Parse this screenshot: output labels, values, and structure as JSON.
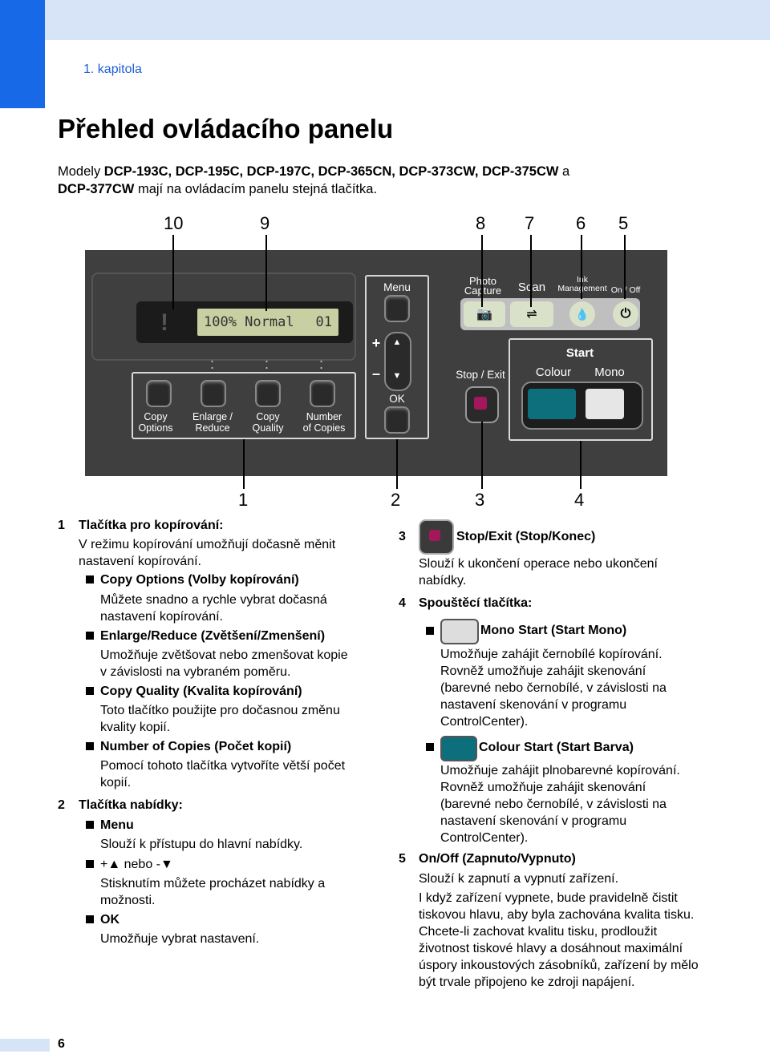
{
  "header": {
    "chapter": "1. kapitola"
  },
  "title": "Přehled ovládacího panelu",
  "intro": {
    "prefix": "Modely ",
    "models_1": "DCP-193C, DCP-195C, DCP-197C, DCP-365CN, DCP-373CW, DCP-375CW",
    "mid": " a",
    "models_2": "DCP-377CW",
    "suffix": " mají na ovládacím panelu stejná tlačítka."
  },
  "callouts_top": [
    "10",
    "9",
    "8",
    "7",
    "6",
    "5"
  ],
  "callouts_bottom": [
    "1",
    "2",
    "3",
    "4"
  ],
  "panel": {
    "lcd_text": "100% Normal",
    "lcd_count": "01",
    "copy_buttons": [
      "Copy\nOptions",
      "Enlarge /\nReduce",
      "Copy\nQuality",
      "Number\nof Copies"
    ],
    "menu": "Menu",
    "plus": "+",
    "minus": "–",
    "up": "▲",
    "down": "▼",
    "ok": "OK",
    "photo_capture": "Photo\nCapture",
    "scan": "Scan",
    "ink_management": "Ink\nManagement",
    "on_off": "On / Off",
    "stop_exit": "Stop / Exit",
    "start": "Start",
    "colour": "Colour",
    "mono": "Mono",
    "colors": {
      "panel": "#3f3f3f",
      "colour_start": "#0e6f7c",
      "stop": "#a3185a",
      "mode_keys": "#d9e2c8"
    }
  },
  "left": {
    "item1_num": "1",
    "item1_title": "Tlačítka pro kopírování:",
    "item1_desc": "V režimu kopírování umožňují dočasně měnit nastavení kopírování.",
    "copy_options_title": "Copy Options (Volby kopírování)",
    "copy_options_desc": "Můžete snadno a rychle vybrat dočasná nastavení kopírování.",
    "enlarge_title": "Enlarge/Reduce (Zvětšení/Zmenšení)",
    "enlarge_desc": "Umožňuje zvětšovat nebo zmenšovat kopie v závislosti na vybraném poměru.",
    "quality_title": "Copy Quality (Kvalita kopírování)",
    "quality_desc": "Toto tlačítko použijte pro dočasnou změnu kvality kopií.",
    "copies_title": "Number of Copies (Počet kopií)",
    "copies_desc": "Pomocí tohoto tlačítka vytvoříte větší počet kopií.",
    "item2_num": "2",
    "item2_title": "Tlačítka nabídky:",
    "menu_title": "Menu",
    "menu_desc": "Slouží k přístupu do hlavní nabídky.",
    "plusminus_title": "+▲ nebo -▼",
    "plusminus_desc": "Stisknutím můžete procházet nabídky a možnosti.",
    "ok_title": "OK",
    "ok_desc": "Umožňuje vybrat nastavení."
  },
  "right": {
    "item3_num": "3",
    "item3_title": "Stop/Exit (Stop/Konec)",
    "item3_desc": "Slouží k ukončení operace nebo ukončení nabídky.",
    "item4_num": "4",
    "item4_title": "Spouštěcí tlačítka:",
    "mono_title": "Mono Start (Start Mono)",
    "mono_desc": "Umožňuje zahájit černobílé kopírování. Rovněž umožňuje zahájit skenování (barevné nebo černobílé, v závislosti na nastavení skenování v programu ControlCenter).",
    "colour_title": "Colour Start (Start Barva)",
    "colour_desc": "Umožňuje zahájit plnobarevné kopírování. Rovněž umožňuje zahájit skenování (barevné nebo černobílé, v závislosti na nastavení skenování v programu ControlCenter).",
    "item5_num": "5",
    "item5_title": "On/Off (Zapnuto/Vypnuto)",
    "item5_desc1": "Slouží k zapnutí a vypnutí zařízení.",
    "item5_desc2": "I když zařízení vypnete, bude pravidelně čistit tiskovou hlavu, aby byla zachována kvalita tisku. Chcete-li zachovat kvalitu tisku, prodloužit životnost tiskové hlavy a dosáhnout maximální úspory inkoustových zásobníků, zařízení by mělo být trvale připojeno ke zdroji napájení."
  },
  "footer": {
    "page": "6"
  }
}
